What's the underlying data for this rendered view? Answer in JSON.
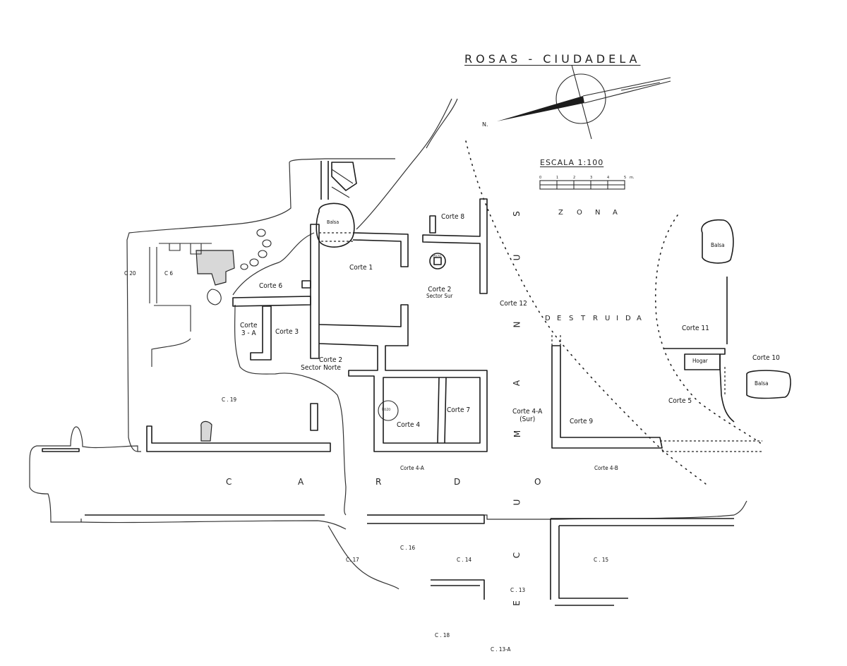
{
  "title": "ROSAS - CIUDADELA",
  "north_label": "N.",
  "scale": {
    "title": "ESCALA 1:100",
    "ticks": [
      "0",
      "1",
      "2",
      "3",
      "4",
      "5"
    ],
    "unit": "m."
  },
  "zones": {
    "cardo": [
      "C",
      "A",
      "R",
      "D",
      "O"
    ],
    "decumanus": [
      "S",
      "U",
      "N",
      "A",
      "M",
      "U",
      "C",
      "E"
    ],
    "zona": [
      "Z",
      "O",
      "N",
      "A"
    ],
    "destruida": [
      "D",
      "E",
      "S",
      "T",
      "R",
      "U",
      "I",
      "D",
      "A"
    ]
  },
  "labels": {
    "c20": "C 20",
    "c6": "C 6",
    "corte6": "Corte 6",
    "corte3a_line1": "Corte",
    "corte3a_line2": "3 - A",
    "corte3": "Corte 3",
    "corte2n_line1": "Corte 2",
    "corte2n_line2": "Sector Norte",
    "c19": "C . 19",
    "balsa_top": "Balsa",
    "corte1": "Corte 1",
    "corte8": "Corte 8",
    "pozo_top": "Pozo",
    "corte2s_line1": "Corte 2",
    "corte2s_line2": "Sector Sur",
    "corte12": "Corte 12",
    "pozo_bottom": "Pozo",
    "corte4": "Corte 4",
    "corte7": "Corte 7",
    "corte4a": "Corte 4-A",
    "corte4a_sur_line1": "Corte 4-A",
    "corte4a_sur_line2": "(Sur)",
    "corte9": "Corte 9",
    "corte4b": "Corte 4-B",
    "balsa_right_top": "Balsa",
    "corte11": "Corte 11",
    "hogar": "Hogar",
    "corte10": "Corte 10",
    "balsa_right": "Balsa",
    "corte5": "Corte 5",
    "c17": "C. 17",
    "c16": "C . 16",
    "c14": "C . 14",
    "c13": "C . 13",
    "c15": "C . 15",
    "c18": "C . 18",
    "c13a": "C . 13-A"
  },
  "colors": {
    "ink": "#1c1c1c",
    "stipple": "#d8d8d8",
    "paper": "#ffffff"
  }
}
